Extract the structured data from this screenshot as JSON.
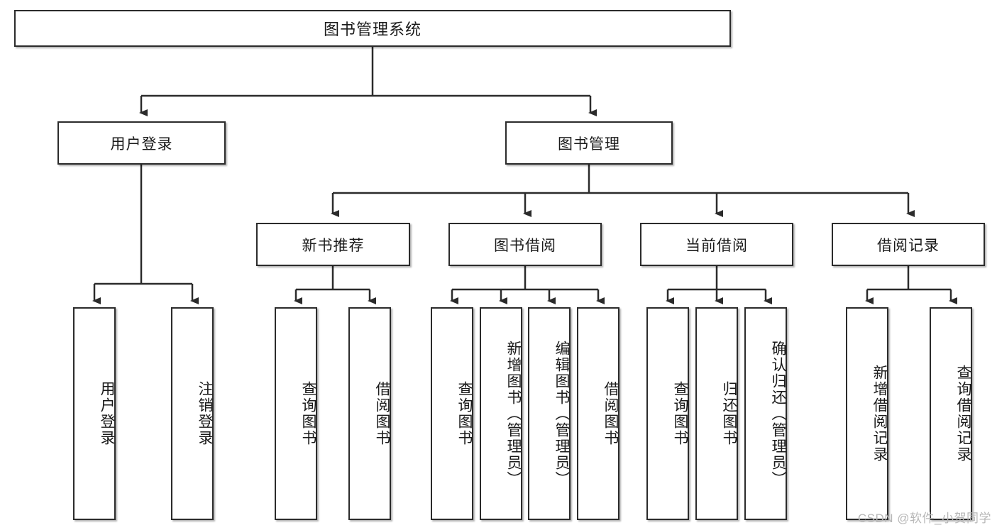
{
  "diagram": {
    "title": "图书管理系统",
    "watermark": "CSDN @软件_小贺同学",
    "colors": {
      "box_border": "#2b2b2b",
      "box_fill": "#ffffff",
      "edge": "#2b2b2b",
      "watermark": "#b7b7b7",
      "background": "#ffffff"
    },
    "nodes": {
      "root": {
        "label": "图书管理系统"
      },
      "level2": [
        {
          "label": "用户登录"
        },
        {
          "label": "图书管理"
        }
      ],
      "level3": [
        {
          "label": "新书推荐"
        },
        {
          "label": "图书借阅"
        },
        {
          "label": "当前借阅"
        },
        {
          "label": "借阅记录"
        }
      ],
      "leaves": {
        "user_login": [
          {
            "label": "用户登录"
          },
          {
            "label": "注销登录"
          }
        ],
        "new_book": [
          {
            "label": "查询图书"
          },
          {
            "label": "借阅图书"
          }
        ],
        "book_borrow": [
          {
            "label": "查询图书"
          },
          {
            "label": "新增图书（管理员）"
          },
          {
            "label": "编辑图书（管理员）"
          },
          {
            "label": "借阅图书"
          }
        ],
        "current_borrow": [
          {
            "label": "查询图书"
          },
          {
            "label": "归还图书"
          },
          {
            "label": "确认归还（管理员）"
          }
        ],
        "borrow_record": [
          {
            "label": "新增借阅记录"
          },
          {
            "label": "查询借阅记录"
          }
        ]
      }
    }
  }
}
